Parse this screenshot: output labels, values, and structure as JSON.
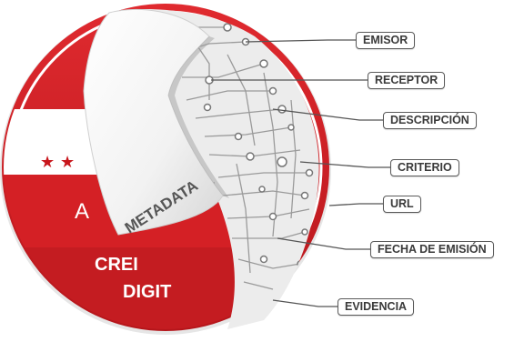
{
  "badge": {
    "text_partial_1": "A",
    "text_partial_2": "CREI",
    "text_partial_3": "DIGIT"
  },
  "peel_label": "METADATA",
  "callouts": [
    {
      "label": "EMISOR"
    },
    {
      "label": "RECEPTOR"
    },
    {
      "label": "DESCRIPCIÓN"
    },
    {
      "label": "CRITERIO"
    },
    {
      "label": "URL"
    },
    {
      "label": "FECHA DE EMISIÓN"
    },
    {
      "label": "EVIDENCIA"
    }
  ],
  "colors": {
    "badge_red": "#d42025",
    "badge_dark_red": "#b0151a",
    "border_white": "#ffffff",
    "circuit_bg": "#eeeeee",
    "circuit_line": "#9a9a9a",
    "callout_border": "#5a5a5a",
    "callout_text": "#3a3a3a",
    "star": "#c8161c",
    "peel_text": "#555555"
  }
}
